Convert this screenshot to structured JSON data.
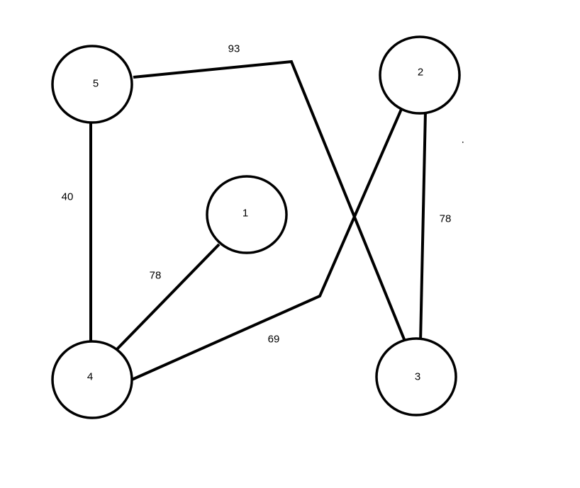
{
  "diagram": {
    "stroke_color": "#000000",
    "background": "#ffffff",
    "nodes": [
      {
        "id": "1",
        "label": "1"
      },
      {
        "id": "2",
        "label": "2"
      },
      {
        "id": "3",
        "label": "3"
      },
      {
        "id": "4",
        "label": "4"
      },
      {
        "id": "5",
        "label": "5"
      }
    ],
    "edges": [
      {
        "from": "5",
        "to": "3",
        "weight": "93"
      },
      {
        "from": "5",
        "to": "4",
        "weight": "40"
      },
      {
        "from": "1",
        "to": "4",
        "weight": "78"
      },
      {
        "from": "4",
        "to": "2",
        "weight": "69"
      },
      {
        "from": "2",
        "to": "3",
        "weight": "78"
      }
    ]
  }
}
